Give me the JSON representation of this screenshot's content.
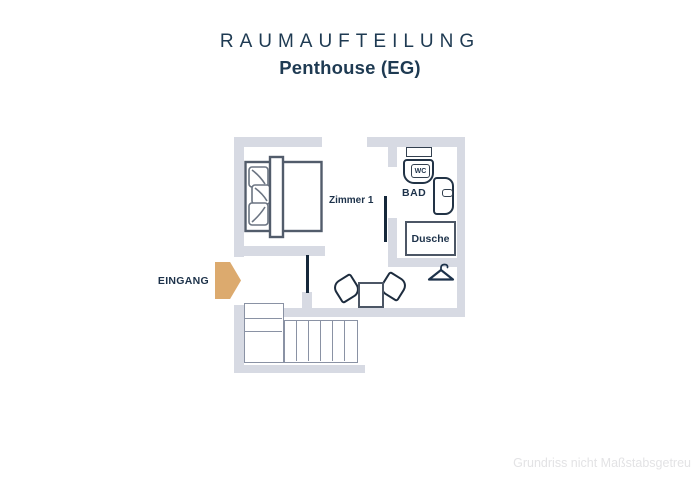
{
  "header": {
    "title": "RAUMAUFTEILUNG",
    "subtitle": "Penthouse (EG)"
  },
  "floorplan": {
    "rooms": {
      "room1_label": "Zimmer 1",
      "bathroom_label": "BAD",
      "wc_label": "WC",
      "shower_label": "Dusche"
    },
    "entrance_label": "EINGANG",
    "fixtures": [
      "bed",
      "wc-toilet",
      "sink-door",
      "shower",
      "dining-table",
      "chair",
      "chair",
      "clothes-hanger",
      "staircase"
    ],
    "colors": {
      "wall": "#d7dae3",
      "navy_text": "#1d324a",
      "fixture_stroke": "#223346",
      "entrance_arrow": "#dcaa6e",
      "stairs_stroke": "#8a92a4",
      "footer_text": "#e3e3e5"
    }
  },
  "footer": {
    "disclaimer": "Grundriss nicht Maßstabsgetreu"
  }
}
